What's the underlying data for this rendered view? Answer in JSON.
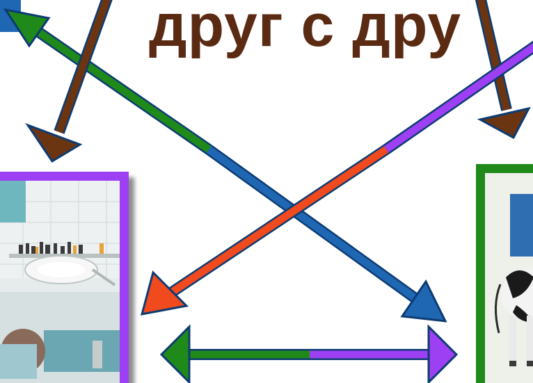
{
  "slide": {
    "title": "друг с дру"
  },
  "photos": {
    "left": {
      "label": "",
      "frame_color": "#9d3ff2"
    },
    "right": {
      "label": "",
      "frame_color": "#1f8a1a"
    }
  },
  "colors": {
    "title_brown": "#5a2a12",
    "arrow_blue": "#1f67b3",
    "arrow_green": "#1f8a1a",
    "arrow_brown": "#6b3512",
    "arrow_purple": "#9d3ff2",
    "arrow_red": "#f04a1e"
  },
  "arrows": [
    {
      "id": "blue-green-diagonal",
      "colors": [
        "arrow_green",
        "arrow_blue"
      ],
      "direction": "bidirectional"
    },
    {
      "id": "brown-left-down",
      "colors": [
        "arrow_brown"
      ],
      "direction": "down-left"
    },
    {
      "id": "brown-right-down",
      "colors": [
        "arrow_brown"
      ],
      "direction": "down-right"
    },
    {
      "id": "purple-red-diagonal",
      "colors": [
        "arrow_purple",
        "arrow_red"
      ],
      "direction": "down-left"
    },
    {
      "id": "green-purple-horizontal",
      "colors": [
        "arrow_green",
        "arrow_purple"
      ],
      "direction": "bidirectional"
    }
  ]
}
